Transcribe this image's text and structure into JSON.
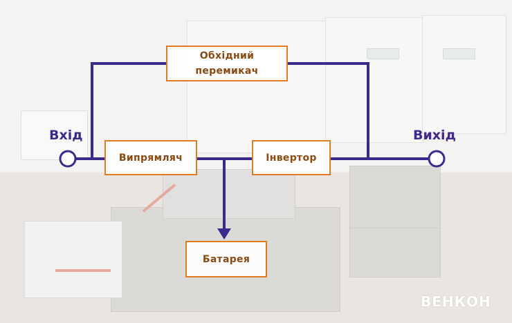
{
  "diagram": {
    "bypass_label": "Обхідний перемикач",
    "rectifier_label": "Випрямляч",
    "inverter_label": "Інвертор",
    "battery_label": "Батарея",
    "input_label": "Вхід",
    "output_label": "Вихід"
  },
  "branding": {
    "logo_text": "ВЕНКОН"
  },
  "colors": {
    "line": "#3b2a8c",
    "box_border": "#e07b1f",
    "box_text": "#8a4a12",
    "terminal_text": "#3d2a8a"
  }
}
